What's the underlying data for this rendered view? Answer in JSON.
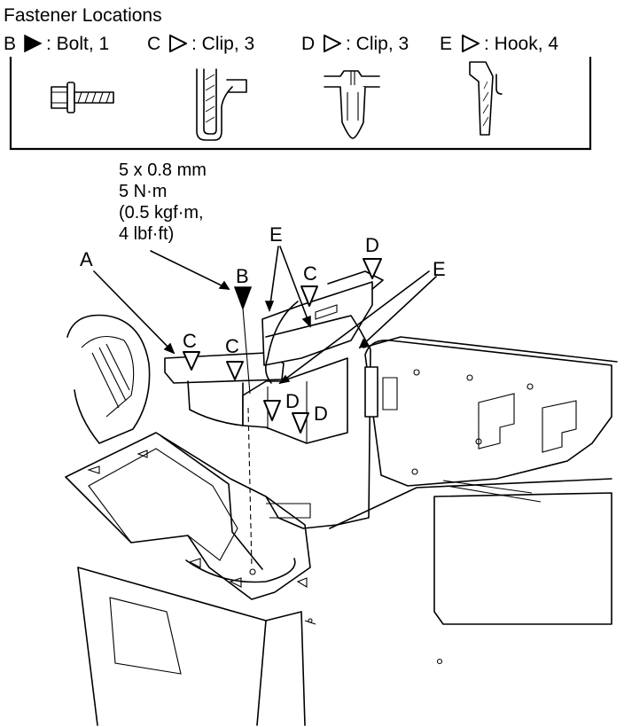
{
  "title": "Fastener Locations",
  "legend": [
    {
      "key": "B",
      "symbol": "filled-triangle",
      "desc": ": Bolt, 1"
    },
    {
      "key": "C",
      "symbol": "open-triangle",
      "desc": ": Clip, 3"
    },
    {
      "key": "D",
      "symbol": "open-triangle",
      "desc": ": Clip, 3"
    },
    {
      "key": "E",
      "symbol": "open-triangle",
      "desc": ": Hook, 4"
    }
  ],
  "torque_spec": [
    "5 x 0.8 mm",
    "5 N·m",
    "(0.5 kgf·m,",
    "4 lbf·ft)"
  ],
  "callouts": {
    "a": "A",
    "b": "B",
    "c1": "C",
    "c2": "C",
    "c3": "C",
    "d1": "D",
    "d2": "D",
    "d3": "D",
    "e1": "E",
    "e2": "E"
  },
  "colors": {
    "line": "#000000",
    "background": "#ffffff"
  }
}
